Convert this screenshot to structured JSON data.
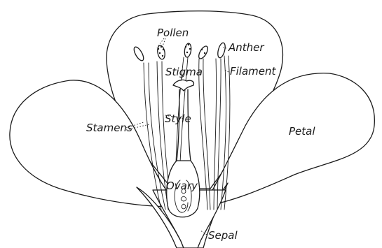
{
  "labels": {
    "pollen": "Pollen",
    "anther": "Anther",
    "stigma": "Stigma",
    "filament": "Filament",
    "style": "Style",
    "stamens": "Stamens",
    "petal": "Petal",
    "ovary": "Ovary",
    "sepal": "Sepal"
  },
  "colors": {
    "ink": "#1a1a1a",
    "background": "#ffffff"
  }
}
